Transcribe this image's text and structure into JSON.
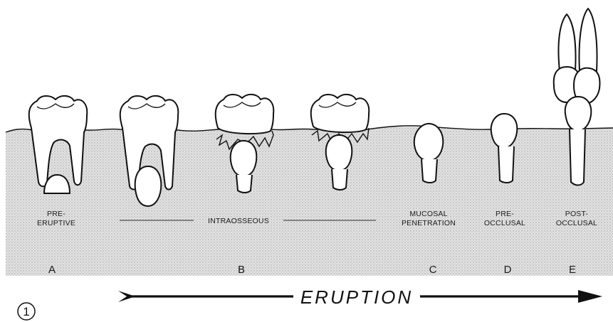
{
  "stages": [
    {
      "id": "A",
      "letter": "A",
      "label_lines": [
        "PRE-",
        "ERUPTIVE"
      ]
    },
    {
      "id": "B",
      "letter": "B",
      "label_lines": [
        "INTRAOSSEOUS"
      ]
    },
    {
      "id": "C",
      "letter": "C",
      "label_lines": [
        "MUCOSAL",
        "PENETRATION"
      ]
    },
    {
      "id": "D",
      "letter": "D",
      "label_lines": [
        "PRE-",
        "OCCLUSAL"
      ]
    },
    {
      "id": "E",
      "letter": "E",
      "label_lines": [
        "POST-",
        "OCCLUSAL"
      ]
    }
  ],
  "arrow_label": "ERUPTION",
  "figure_number": "1"
}
